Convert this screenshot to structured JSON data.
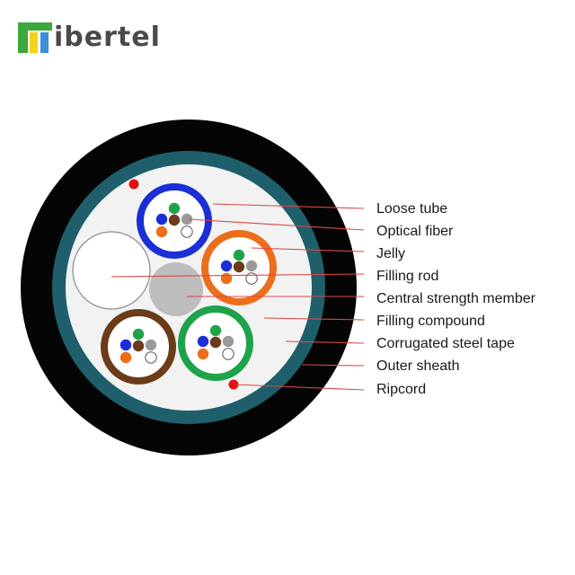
{
  "brand": {
    "name": "ibertel",
    "colors": {
      "green": "#3aa83a",
      "yellow": "#f2d21b",
      "blue": "#3a8fd8",
      "text": "#4a4a4a"
    }
  },
  "diagram": {
    "labels": [
      "Loose tube",
      "Optical fiber",
      "Jelly",
      "Filling rod",
      "Central strength member",
      "Filling compound",
      "Corrugated steel tape",
      "Outer sheath",
      "Ripcord"
    ],
    "colors": {
      "outer_sheath": "#050505",
      "steel_tape": "#1e5f6b",
      "filling_compound": "#f2f2f2",
      "central_member": "#bdbdbd",
      "filling_rod": "#ffffff",
      "ripcord": "#e31010",
      "leader_line": "#d94848",
      "tube_blue": "#1a2fd6",
      "tube_orange": "#ec6e1a",
      "tube_brown": "#6b3b1a",
      "tube_green": "#1fa34a",
      "fiber_green": "#1fa34a",
      "fiber_blue": "#1a2fd6",
      "fiber_brown": "#6b3b1a",
      "fiber_gray": "#9a9a9a",
      "fiber_orange": "#ec6e1a",
      "fiber_white": "#ffffff"
    }
  }
}
